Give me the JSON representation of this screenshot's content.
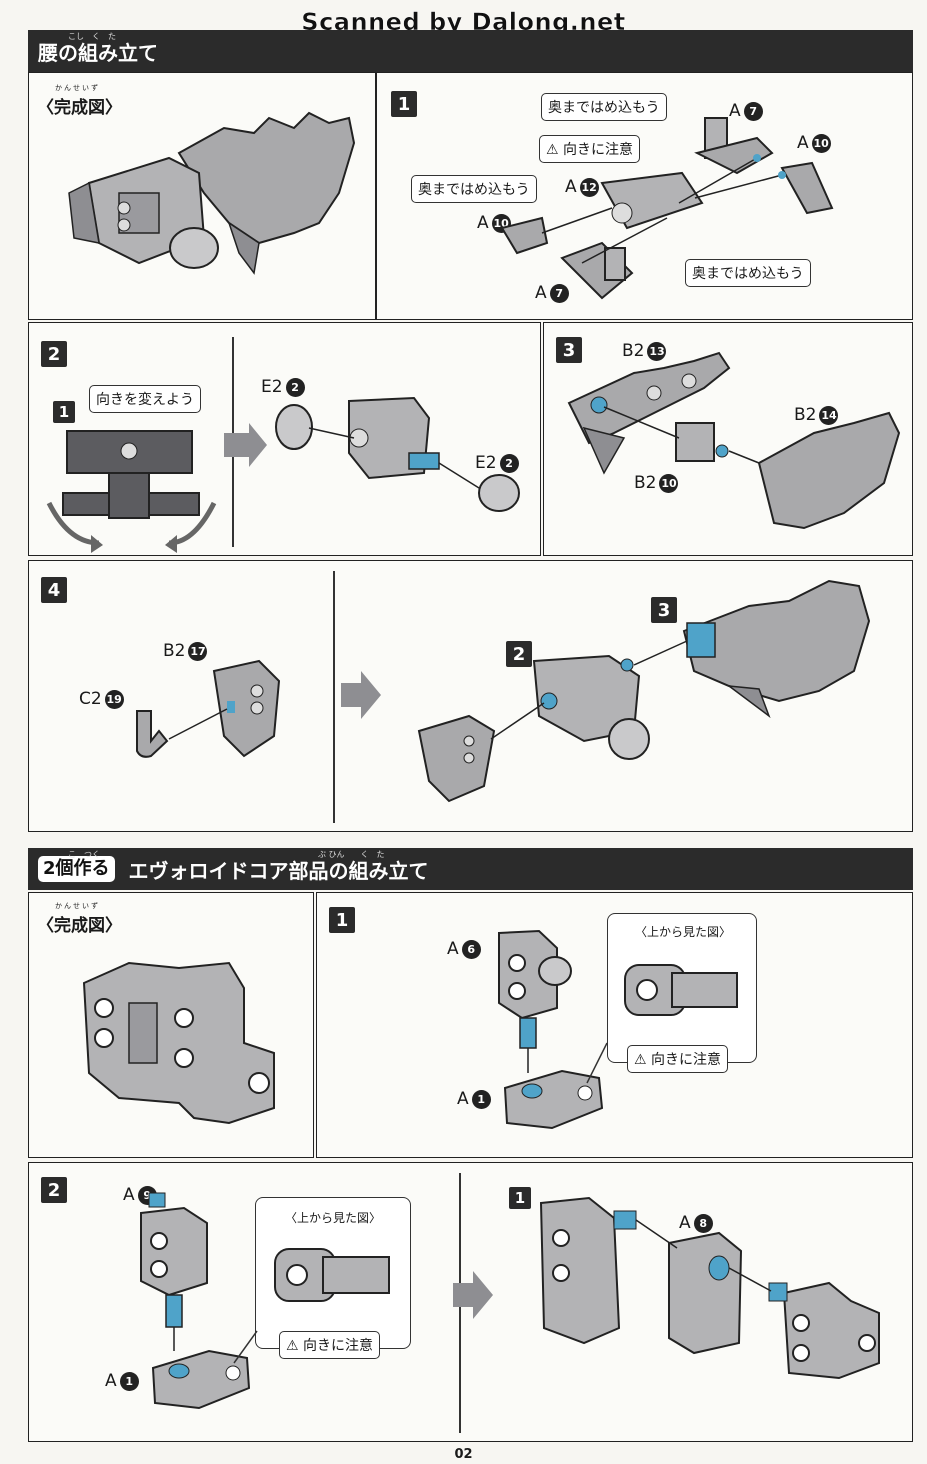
{
  "watermark": "Scanned by Dalong.net",
  "section1": {
    "title": "腰の組み立て",
    "ruby": "こし　く　た",
    "complete_label": "〈完成図〉",
    "complete_ruby": "かんせいず",
    "step1": {
      "number": "1",
      "notes": {
        "push_in_1": "奥まではめ込もう",
        "caution": "向きに注意",
        "push_in_2": "奥まではめ込もう",
        "push_in_3": "奥まではめ込もう"
      },
      "parts": [
        {
          "runner": "A",
          "num": "7"
        },
        {
          "runner": "A",
          "num": "10"
        },
        {
          "runner": "A",
          "num": "12"
        },
        {
          "runner": "A",
          "num": "10"
        },
        {
          "runner": "A",
          "num": "7"
        }
      ]
    },
    "step2": {
      "number": "2",
      "sub_number": "1",
      "note": "向きを変えよう",
      "parts": [
        {
          "runner": "E2",
          "num": "2"
        },
        {
          "runner": "E2",
          "num": "2"
        }
      ]
    },
    "step3": {
      "number": "3",
      "parts": [
        {
          "runner": "B2",
          "num": "13"
        },
        {
          "runner": "B2",
          "num": "14"
        },
        {
          "runner": "B2",
          "num": "10"
        }
      ]
    },
    "step4": {
      "number": "4",
      "parts": [
        {
          "runner": "B2",
          "num": "17"
        },
        {
          "runner": "C2",
          "num": "19"
        }
      ],
      "refs": [
        "3",
        "2"
      ]
    }
  },
  "section2": {
    "tag": "2個作る",
    "tag_ruby": "こ　つく",
    "title": "エヴォロイドコア部品の組み立て",
    "ruby": "ぶ ひん　　く　た",
    "complete_label": "〈完成図〉",
    "complete_ruby": "かんせいず",
    "step1": {
      "number": "1",
      "view_title": "〈上から見た図〉",
      "caution": "向きに注意",
      "parts": [
        {
          "runner": "A",
          "num": "6"
        },
        {
          "runner": "A",
          "num": "1"
        }
      ]
    },
    "step2": {
      "number": "2",
      "sub_number": "1",
      "view_title": "〈上から見た図〉",
      "caution": "向きに注意",
      "parts": [
        {
          "runner": "A",
          "num": "9"
        },
        {
          "runner": "A",
          "num": "1"
        },
        {
          "runner": "A",
          "num": "8"
        }
      ]
    }
  },
  "page_number": "02",
  "colors": {
    "header": "#2b2b2b",
    "part_fill": "#a9a9ab",
    "part_dark": "#6e6e72",
    "peg_blue": "#4fa3c9"
  }
}
